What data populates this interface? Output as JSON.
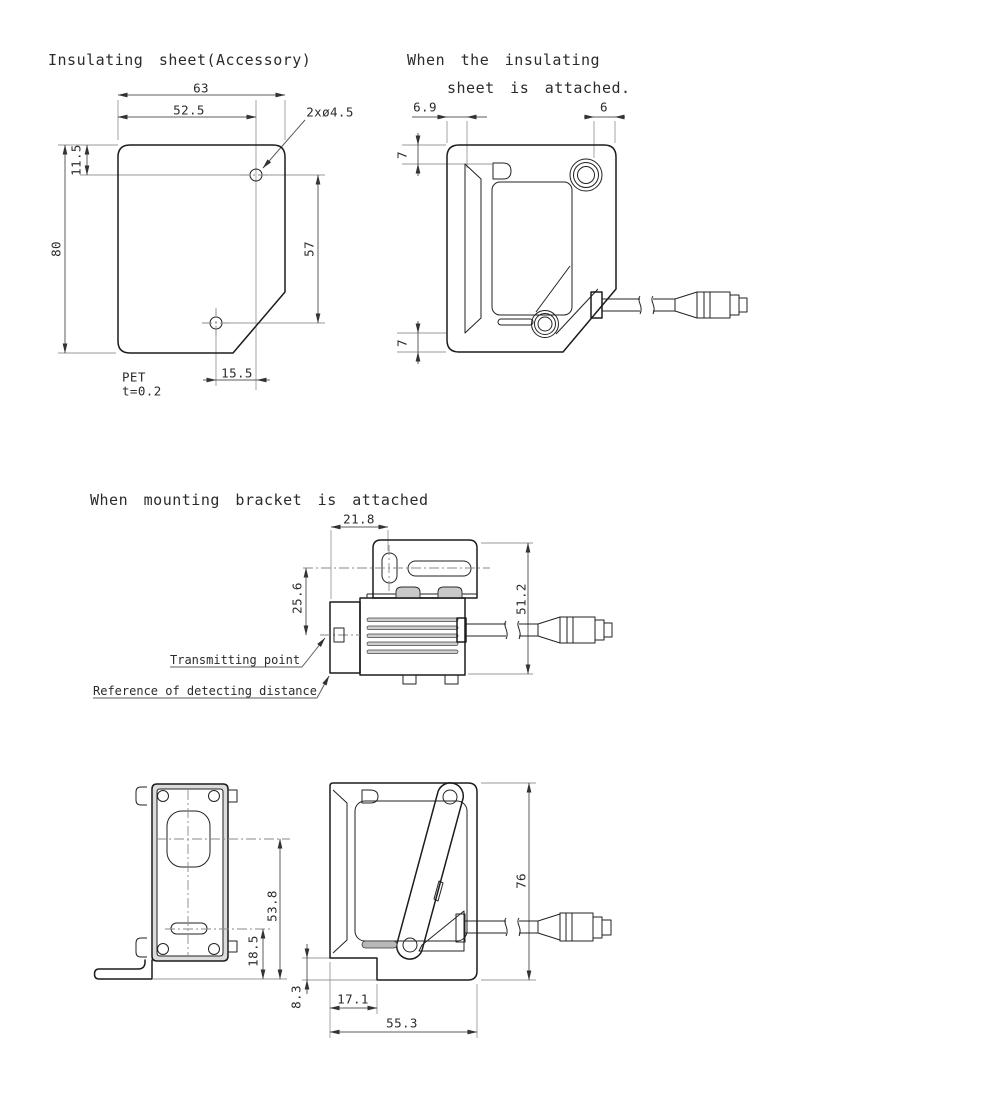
{
  "titles": {
    "insulating_sheet": "Insulating sheet(Accessory)",
    "sheet_attached_1": "When the insulating",
    "sheet_attached_2": "sheet is attached.",
    "mounting_bracket": "When mounting bracket is attached"
  },
  "sheet": {
    "width": "63",
    "hole_span": "52.5",
    "holes_callout": "2xø4.5",
    "top_offset": "11.5",
    "height": "80",
    "hole_height": "57",
    "hole_bottom_offset": "15.5",
    "material": "PET",
    "thickness": "t=0.2"
  },
  "sheet_attached": {
    "left_inset": "6.9",
    "right_inset": "6",
    "top_inset": "7",
    "bottom_inset": "7"
  },
  "bracket_side": {
    "bracket_offset": "21.8",
    "axis_height": "25.6",
    "total_height": "51.2",
    "transmitting_point": "Transmitting point",
    "reference": "Reference of detecting distance"
  },
  "bracket_rear": {
    "axis_to_base": "53.8",
    "slot_to_base": "18.5"
  },
  "bracket_front": {
    "height": "76",
    "step": "8.3",
    "foot_width": "17.1",
    "width": "55.3"
  }
}
